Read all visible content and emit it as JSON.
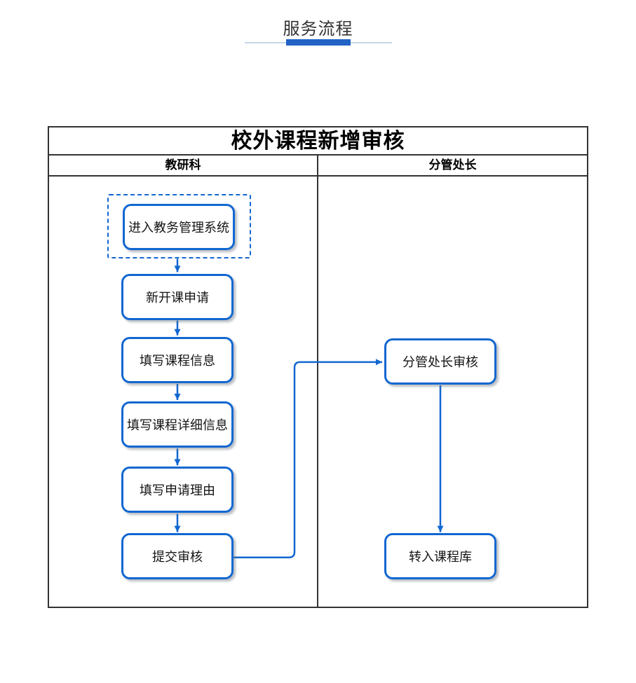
{
  "page": {
    "section_title": "服务流程"
  },
  "flowchart": {
    "title": "校外课程新增审核",
    "lanes": [
      {
        "label": "教研科"
      },
      {
        "label": "分管处长"
      }
    ],
    "nodes": [
      {
        "id": "enter-system",
        "label": "进入教务管理系统",
        "lane": "教研科",
        "start": true
      },
      {
        "id": "new-course-application",
        "label": "新开课申请",
        "lane": "教研科"
      },
      {
        "id": "fill-course-info",
        "label": "填写课程信息",
        "lane": "教研科"
      },
      {
        "id": "fill-course-details",
        "label": "填写课程详细信息",
        "lane": "教研科"
      },
      {
        "id": "fill-application-reason",
        "label": "填写申请理由",
        "lane": "教研科"
      },
      {
        "id": "submit-review",
        "label": "提交审核",
        "lane": "教研科"
      },
      {
        "id": "director-review",
        "label": "分管处长审核",
        "lane": "分管处长"
      },
      {
        "id": "into-course-library",
        "label": "转入课程库",
        "lane": "分管处长"
      }
    ],
    "edges": [
      {
        "from": "enter-system",
        "to": "new-course-application"
      },
      {
        "from": "new-course-application",
        "to": "fill-course-info"
      },
      {
        "from": "fill-course-info",
        "to": "fill-course-details"
      },
      {
        "from": "fill-course-details",
        "to": "fill-application-reason"
      },
      {
        "from": "fill-application-reason",
        "to": "submit-review"
      },
      {
        "from": "submit-review",
        "to": "director-review"
      },
      {
        "from": "director-review",
        "to": "into-course-library"
      }
    ]
  },
  "colors": {
    "accent_bar": "#2263c5",
    "accent_line": "#c3d6ea",
    "table_border": "#333333",
    "node_border": "#1267d1",
    "connector": "#1267d1",
    "node_text": "#141414",
    "title_text": "#333333"
  }
}
